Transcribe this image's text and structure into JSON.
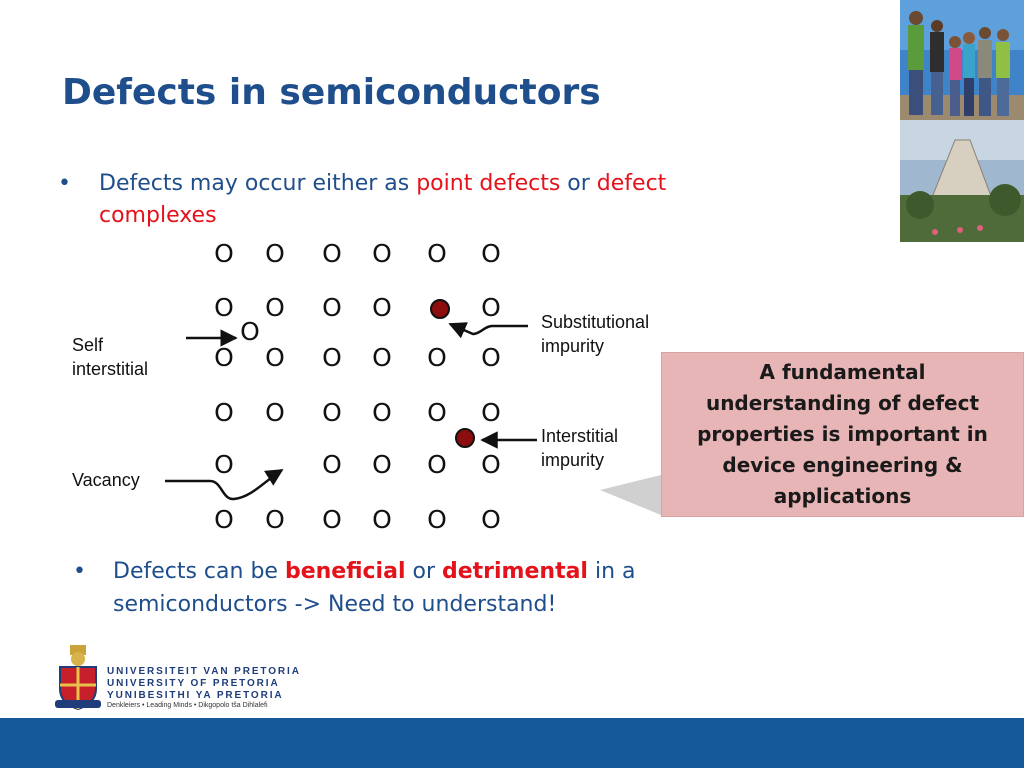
{
  "slide": {
    "title": "Defects in semiconductors",
    "bullet_marker": "•",
    "bullet1": {
      "text_a": "Defects may occur either as ",
      "text_b": "point defects",
      "text_c": " or ",
      "text_d": "defect complexes"
    },
    "bullet2": {
      "text_a": "Defects can be ",
      "text_b": "beneficial",
      "text_c": " or ",
      "text_d": "detrimental",
      "text_e": " in a semiconductors -> Need to understand!"
    }
  },
  "diagram": {
    "atom_glyph": "O",
    "labels": {
      "self_interstitial_1": "Self",
      "self_interstitial_2": "interstitial",
      "vacancy": "Vacancy",
      "substitutional_1": "Substitutional",
      "substitutional_2": "impurity",
      "interstitial_1": "Interstitial",
      "interstitial_2": "impurity"
    },
    "colors": {
      "atom": "#111111",
      "impurity": "#8b0d0d"
    }
  },
  "callout": {
    "text": "A fundamental understanding of defect properties is important in device engineering & applications"
  },
  "logo": {
    "line1": "UNIVERSITEIT VAN PRETORIA",
    "line2": "UNIVERSITY OF PRETORIA",
    "line3": "YUNIBESITHI YA PRETORIA",
    "motto": "Denkleiers • Leading Minds • Dikgopolo tša Dihlalefi"
  },
  "colors": {
    "title": "#1f4e8c",
    "emphasis": "#e3121b",
    "footer": "#15599a",
    "callout_bg": "#e7b5b5"
  }
}
